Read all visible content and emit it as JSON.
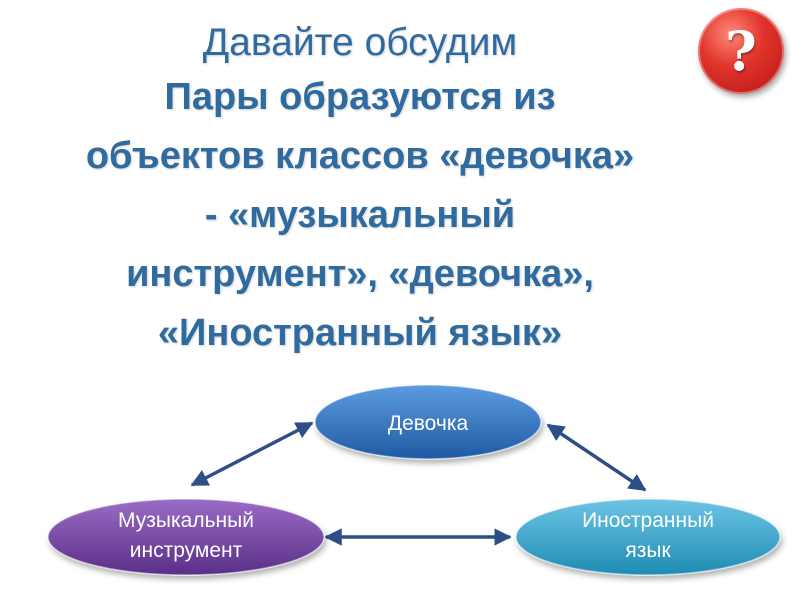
{
  "slide": {
    "title": "Давайте обсудим",
    "body_lines": [
      "Пары образуются из",
      "объектов классов «девочка»",
      "- «музыкальный",
      "инструмент», «девочка»,",
      "«Иностранный язык»"
    ],
    "help_button": {
      "label": "?",
      "icon": "question-mark-icon"
    }
  },
  "diagram": {
    "nodes": {
      "girl": {
        "lines": [
          "Девочка"
        ],
        "color": "#2e6fb6"
      },
      "instrument": {
        "lines": [
          "Музыкальный",
          "инструмент"
        ],
        "color": "#6a3f9a"
      },
      "language": {
        "lines": [
          "Иностранный",
          "язык"
        ],
        "color": "#2f9fc4"
      }
    },
    "connections": [
      {
        "from": "instrument",
        "to": "girl",
        "type": "bidirectional"
      },
      {
        "from": "girl",
        "to": "language",
        "type": "bidirectional"
      },
      {
        "from": "instrument",
        "to": "language",
        "type": "bidirectional"
      }
    ],
    "arrow_color": "#2d4f86"
  }
}
